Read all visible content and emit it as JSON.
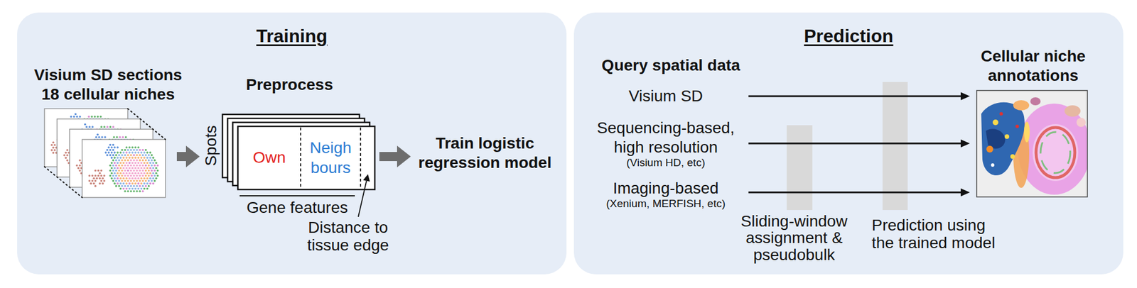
{
  "diagram": {
    "nodes": [
      {
        "text": [
          "Training"
        ]
      },
      {
        "text": [
          "Visium SD sections 18 cellular niches"
        ],
        "in": 0
      },
      {
        "text": [
          "Preprocess",
          "Own",
          "Neigh bours"
        ],
        "in": 0
      },
      {
        "text": [
          "Train logistic regression model"
        ],
        "in": 0
      },
      {
        "text": [
          "Prediction"
        ]
      },
      {
        "text": [
          "Visium SD"
        ],
        "in": 4
      },
      {
        "text": [
          "Sequencing-based, high resolution",
          "(Visium HD, etc)"
        ],
        "in": 4
      },
      {
        "text": [
          "Imaging-based",
          "(Xenium, MERFISH, etc)"
        ],
        "in": 4
      },
      {
        "text": [
          "Cellular niche annotations"
        ],
        "in": 4
      }
    ],
    "edges": [
      {
        "from": 1,
        "to": 2,
        "arrow": "to"
      },
      {
        "from": 2,
        "to": 3,
        "arrow": "to"
      },
      {
        "from": 5,
        "to": 8,
        "arrow": "to"
      },
      {
        "from": 6,
        "to": 8,
        "arrow": "to"
      },
      {
        "from": 7,
        "to": 8,
        "arrow": "to"
      }
    ],
    "labels": [
      "Spots",
      "Gene features",
      "Distance to tissue edge",
      "Query spatial data",
      "Sliding-window assignment & pseudobulk",
      "Prediction using the trained model"
    ]
  }
}
